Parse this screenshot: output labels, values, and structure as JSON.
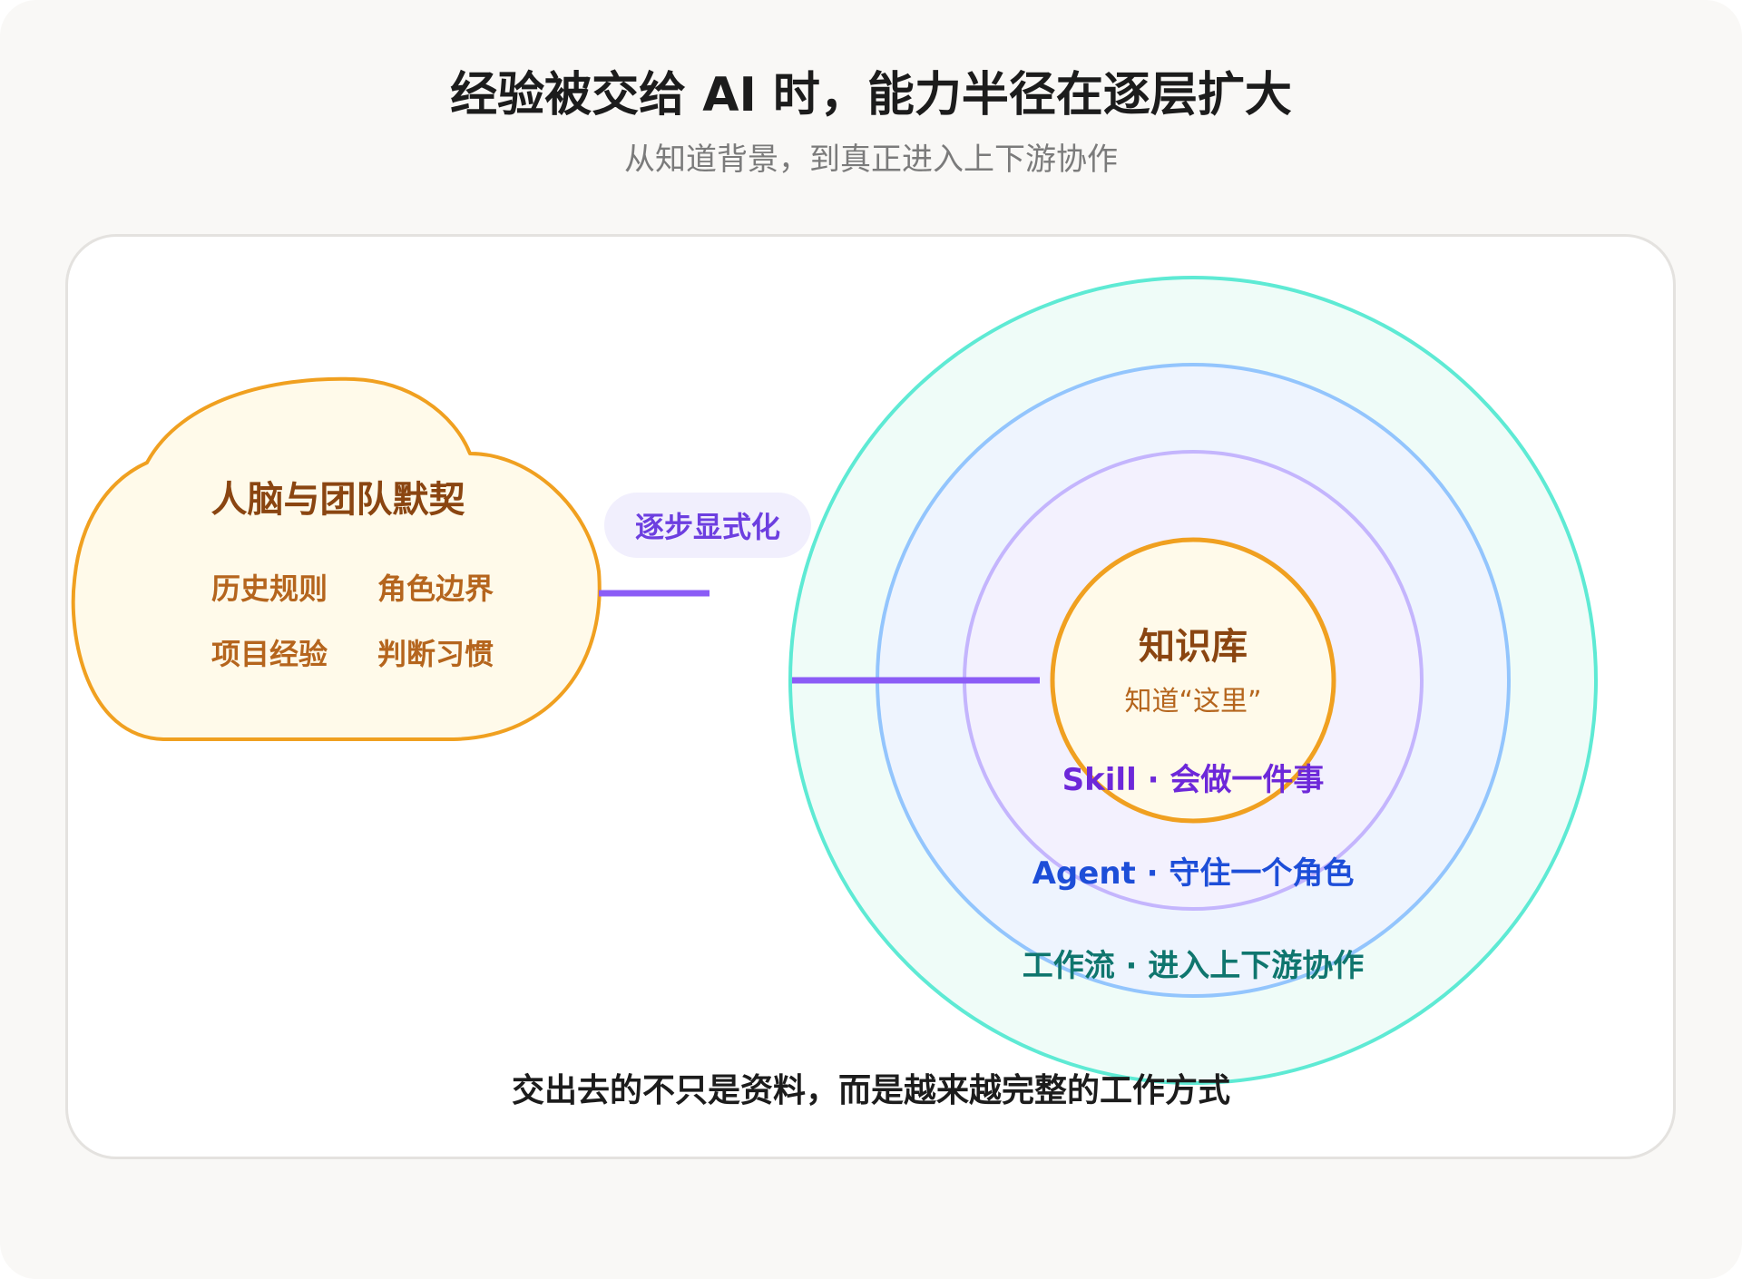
{
  "title": "经验被交给 AI 时，能力半径在逐层扩大",
  "subtitle": "从知道背景，到真正进入上下游协作",
  "cloud": {
    "title": "人脑与团队默契",
    "items": [
      "历史规则",
      "角色边界",
      "项目经验",
      "判断习惯"
    ]
  },
  "arrow_label": "逐步显式化",
  "core": {
    "title": "知识库",
    "subtitle": "知道“这里”"
  },
  "rings": [
    {
      "label": "Skill · 会做一件事",
      "color": "#6d28d9"
    },
    {
      "label": "Agent · 守住一个角色",
      "color": "#1d4ed8"
    },
    {
      "label": "工作流 · 进入上下游协作",
      "color": "#0f766e"
    }
  ],
  "footer": "交出去的不只是资料，而是越来越完整的工作方式",
  "colors": {
    "cloud_stroke": "#f0a020",
    "cloud_fill": "#fffaea",
    "connector": "#8b5cf6",
    "ring_outer_stroke": "#5eead4",
    "ring_mid_stroke": "#93c5fd",
    "ring_inner_stroke": "#c4b5fd",
    "core_stroke": "#f0a020"
  }
}
